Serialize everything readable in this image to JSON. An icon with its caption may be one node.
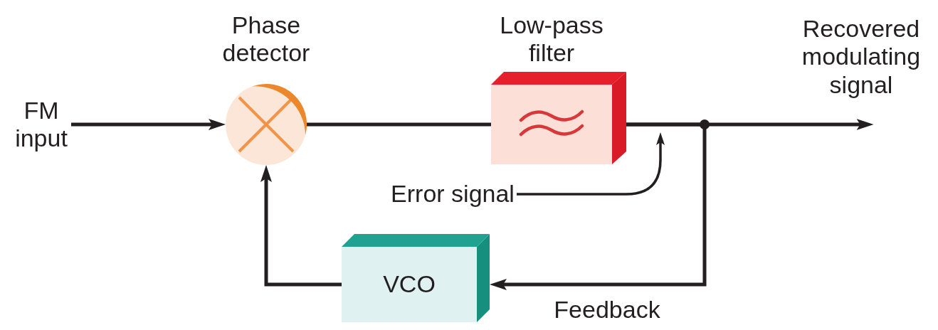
{
  "diagram": {
    "nodes": [
      {
        "text": [
          "FM input"
        ]
      },
      {
        "text": [
          "Phase detector"
        ]
      },
      {
        "text": [
          "Low-pass filter"
        ]
      },
      {
        "text": [
          "Recovered modulating signal"
        ]
      },
      {
        "text": [
          "Error signal"
        ]
      },
      {
        "text": [
          "VCO"
        ]
      }
    ],
    "edges": [
      {
        "from": 0,
        "to": 1,
        "arrow": "to"
      },
      {
        "from": 1,
        "to": 2,
        "arrow": "none"
      },
      {
        "from": 2,
        "to": 3,
        "arrow": "to"
      },
      {
        "from": 4,
        "to": null,
        "arrow": "to"
      },
      {
        "from": 2,
        "to": 5,
        "arrow": "to",
        "label": "Feedback"
      },
      {
        "from": 5,
        "to": 1,
        "arrow": "to"
      }
    ]
  }
}
